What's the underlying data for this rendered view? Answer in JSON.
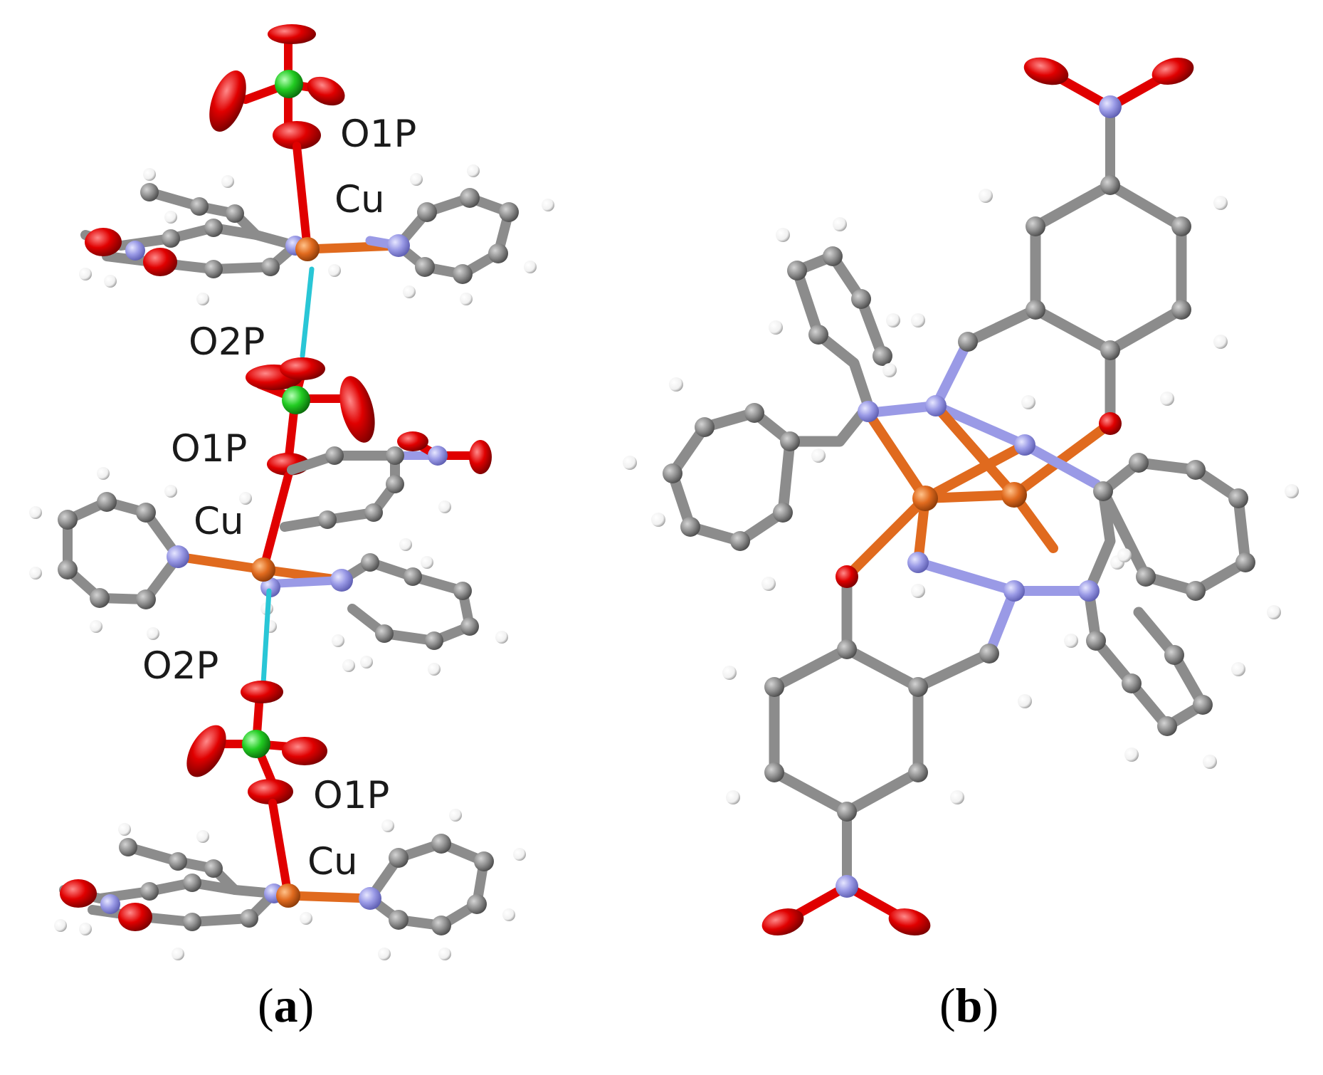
{
  "panels": [
    {
      "letter": "a",
      "open": "(",
      "close": ")"
    },
    {
      "letter": "b",
      "open": "(",
      "close": ")"
    }
  ],
  "atom_labels": {
    "o1p_1": "O1P",
    "cu_1": "Cu",
    "o2p_1": "O2P",
    "o1p_2": "O1P",
    "cu_2": "Cu",
    "o2p_2": "O2P",
    "o1p_3": "O1P",
    "cu_3": "Cu"
  },
  "colors": {
    "carbon": "#8c8c8c",
    "hydrogen": "#ffffff",
    "oxygen": "#e00000",
    "nitrogen": "#9a9ae6",
    "chlorine": "#22cc22",
    "copper": "#e06a1e",
    "h_bond": "#29c6d6"
  }
}
